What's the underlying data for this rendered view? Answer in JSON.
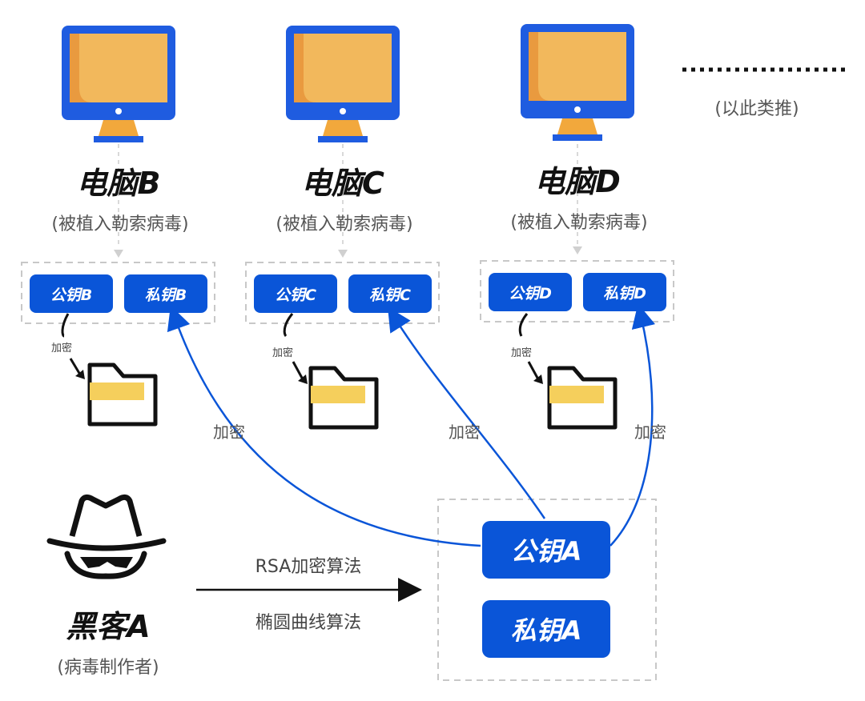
{
  "computers": [
    {
      "title": "电脑B",
      "subtitle": "(被植入勒索病毒)",
      "public_key": "公钥B",
      "private_key": "私钥B",
      "encrypt_label": "加密"
    },
    {
      "title": "电脑C",
      "subtitle": "(被植入勒索病毒)",
      "public_key": "公钥C",
      "private_key": "私钥C",
      "encrypt_label": "加密"
    },
    {
      "title": "电脑D",
      "subtitle": "(被植入勒索病毒)",
      "public_key": "公钥D",
      "private_key": "私钥D",
      "encrypt_label": "加密"
    }
  ],
  "etc": {
    "text": "(以此类推)"
  },
  "arc_labels": [
    "加密",
    "加密",
    "加密"
  ],
  "hacker": {
    "title": "黑客A",
    "subtitle": "(病毒制作者)"
  },
  "algorithms": {
    "line1": "RSA加密算法",
    "line2": "椭圆曲线算法"
  },
  "hacker_keys": {
    "public": "公钥A",
    "private": "私钥A"
  },
  "colors": {
    "blue": "#0a55d8",
    "orange": "#f0a94a",
    "yellow": "#f5cf5c"
  }
}
